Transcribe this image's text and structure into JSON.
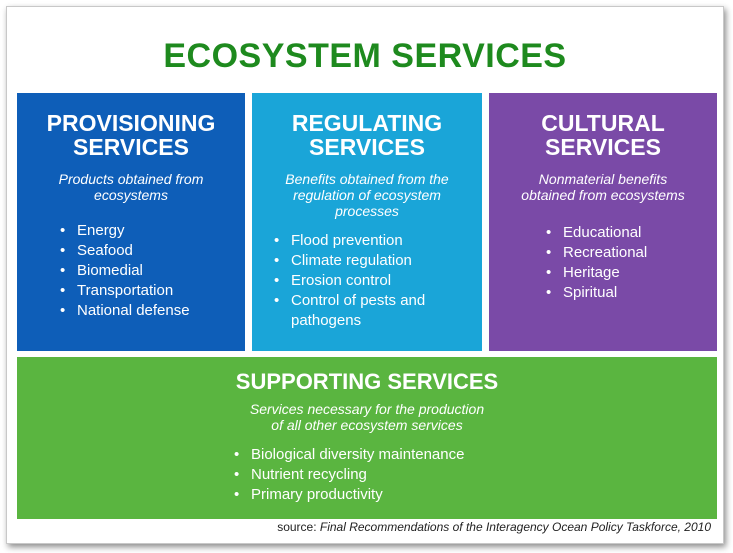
{
  "title": "ECOSYSTEM SERVICES",
  "colors": {
    "title": "#1e8a1e",
    "provisioning": "#0e5eb8",
    "regulating": "#1aa5d8",
    "cultural": "#7a4aa7",
    "supporting": "#5ab540"
  },
  "provisioning": {
    "heading_line1": "PROVISIONING",
    "heading_line2": "SERVICES",
    "desc_line1": "Products obtained from",
    "desc_line2": "ecosystems",
    "items": [
      "Energy",
      "Seafood",
      "Biomedial",
      "Transportation",
      "National defense"
    ]
  },
  "regulating": {
    "heading_line1": "REGULATING",
    "heading_line2": "SERVICES",
    "desc_line1": "Benefits obtained from the",
    "desc_line2": "regulation of ecosystem",
    "desc_line3": "processes",
    "items": [
      "Flood prevention",
      "Climate regulation",
      "Erosion control",
      "Control of pests and",
      "pathogens"
    ]
  },
  "cultural": {
    "heading_line1": "CULTURAL",
    "heading_line2": "SERVICES",
    "desc_line1": "Nonmaterial benefits",
    "desc_line2": "obtained from ecosystems",
    "items": [
      "Educational",
      "Recreational",
      "Heritage",
      "Spiritual"
    ]
  },
  "supporting": {
    "heading": "SUPPORTING SERVICES",
    "desc_line1": "Services necessary for the production",
    "desc_line2": "of all other ecosystem services",
    "items": [
      "Biological diversity maintenance",
      "Nutrient recycling",
      "Primary productivity"
    ]
  },
  "source": {
    "prefix": "source: ",
    "citation": "Final Recommendations of the Interagency Ocean Policy Taskforce",
    "year": ", 2010"
  }
}
